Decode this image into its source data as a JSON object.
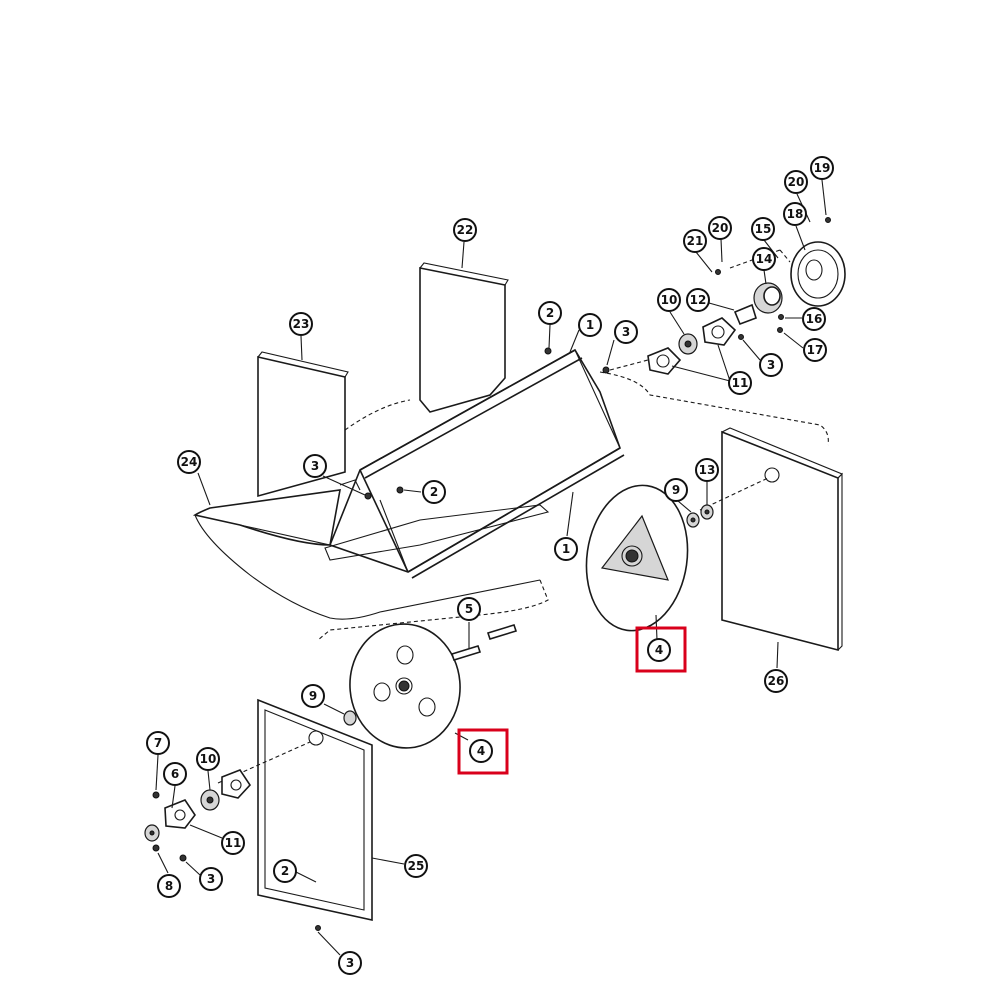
{
  "diagram": {
    "style": "exploded parts drawing, black line art on white",
    "highlight_color": "#d9001b",
    "callouts": [
      {
        "label": "19"
      },
      {
        "label": "20"
      },
      {
        "label": "18"
      },
      {
        "label": "21"
      },
      {
        "label": "20"
      },
      {
        "label": "15"
      },
      {
        "label": "14"
      },
      {
        "label": "22"
      },
      {
        "label": "10"
      },
      {
        "label": "12"
      },
      {
        "label": "16"
      },
      {
        "label": "17"
      },
      {
        "label": "23"
      },
      {
        "label": "2"
      },
      {
        "label": "1"
      },
      {
        "label": "3"
      },
      {
        "label": "11"
      },
      {
        "label": "3"
      },
      {
        "label": "24"
      },
      {
        "label": "3"
      },
      {
        "label": "2"
      },
      {
        "label": "9"
      },
      {
        "label": "13"
      },
      {
        "label": "1"
      },
      {
        "label": "5"
      },
      {
        "label": "4"
      },
      {
        "label": "26"
      },
      {
        "label": "9"
      },
      {
        "label": "4"
      },
      {
        "label": "7"
      },
      {
        "label": "10"
      },
      {
        "label": "6"
      },
      {
        "label": "11"
      },
      {
        "label": "8"
      },
      {
        "label": "3"
      },
      {
        "label": "2"
      },
      {
        "label": "25"
      },
      {
        "label": "3"
      }
    ],
    "highlighted_labels": [
      "4",
      "4"
    ]
  }
}
